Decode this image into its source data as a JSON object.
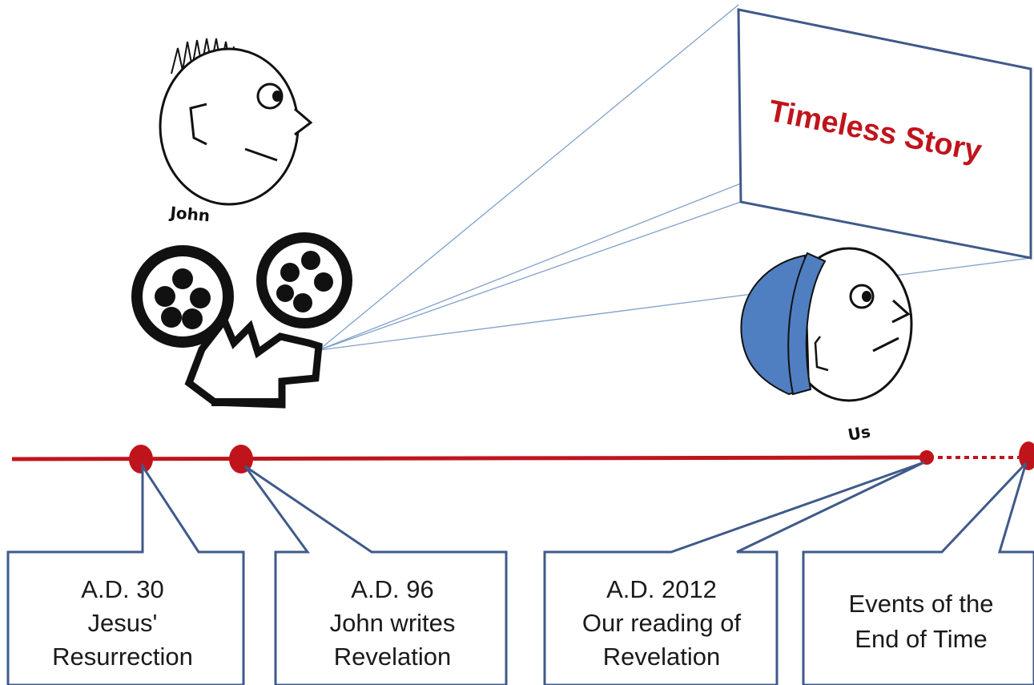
{
  "screen": {
    "title": "Timeless Story"
  },
  "figures": {
    "john_label": "John",
    "us_label": "Us"
  },
  "timeline": {
    "events": [
      {
        "line1": "A.D. 30",
        "line2": "Jesus'",
        "line3": "Resurrection"
      },
      {
        "line1": "A.D. 96",
        "line2": "John writes",
        "line3": "Revelation"
      },
      {
        "line1": "A.D. 2012",
        "line2": "Our reading of",
        "line3": "Revelation"
      },
      {
        "line1": "Events of the",
        "line2": "End of Time"
      }
    ]
  },
  "colors": {
    "timeline_red": "#c0141c",
    "callout_blue": "#3f5a8a",
    "beam_blue": "#7fa0cc",
    "cap_blue": "#4f7fc0"
  }
}
